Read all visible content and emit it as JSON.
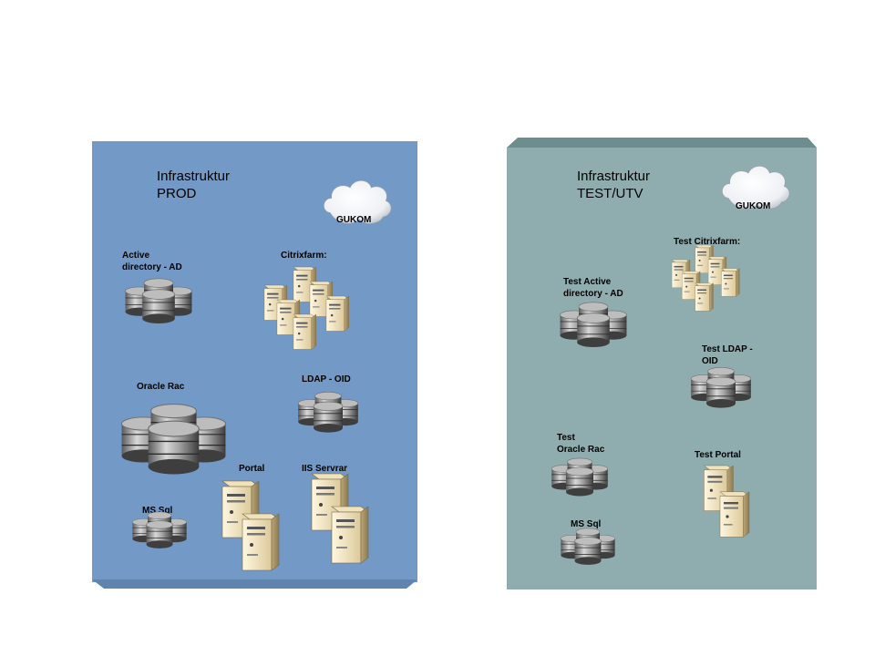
{
  "prod": {
    "title_line1": "Infrastruktur",
    "title_line2": "PROD",
    "cloud_label": "GUKOM",
    "labels": {
      "active_directory": [
        "Active",
        "directory - AD"
      ],
      "citrixfarm": "Citrixfarm:",
      "oracle_rac": "Oracle Rac",
      "ldap": "LDAP - OID",
      "portal": "Portal",
      "iis": "IIS Servrar",
      "mssql": "MS Sql"
    }
  },
  "test": {
    "title_line1": "Infrastruktur",
    "title_line2": "TEST/UTV",
    "cloud_label": "GUKOM",
    "labels": {
      "citrixfarm": "Test Citrixfarm:",
      "active_directory": [
        "Test Active",
        "directory - AD"
      ],
      "ldap": [
        "Test LDAP -",
        "OID"
      ],
      "oracle_rac": [
        "Test",
        "Oracle Rac"
      ],
      "portal": "Test Portal",
      "mssql": "MS Sql"
    }
  },
  "colors": {
    "prod_panel": "#7399c6",
    "test_panel": "#8fadae",
    "prod_panel_top": "#5f84ad",
    "test_panel_top": "#6d8d8e"
  },
  "icons": {
    "server": "server-tower-icon",
    "database": "database-cluster-icon",
    "cloud": "cloud-icon"
  }
}
